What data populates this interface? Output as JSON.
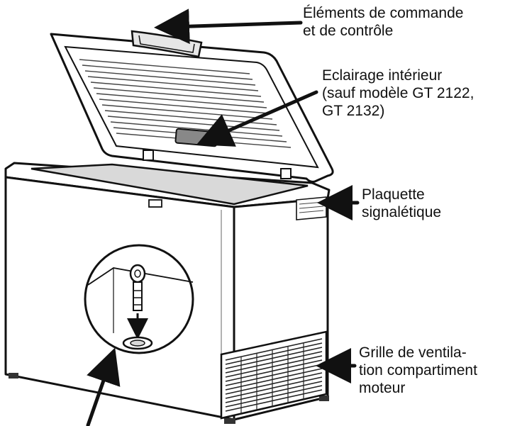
{
  "labels": {
    "controls": [
      "Éléments de commande",
      "et de contrôle"
    ],
    "lighting": [
      "Eclairage intérieur",
      "(sauf modèle GT 2122,",
      "GT 2132)"
    ],
    "plate": [
      "Plaquette",
      "signalétique"
    ],
    "grille": [
      "Grille de ventila-",
      "tion compartiment",
      "moteur"
    ]
  },
  "colors": {
    "line": "#111111",
    "body": "#ffffff",
    "shade": "#d9d9d9",
    "dark": "#555555"
  }
}
